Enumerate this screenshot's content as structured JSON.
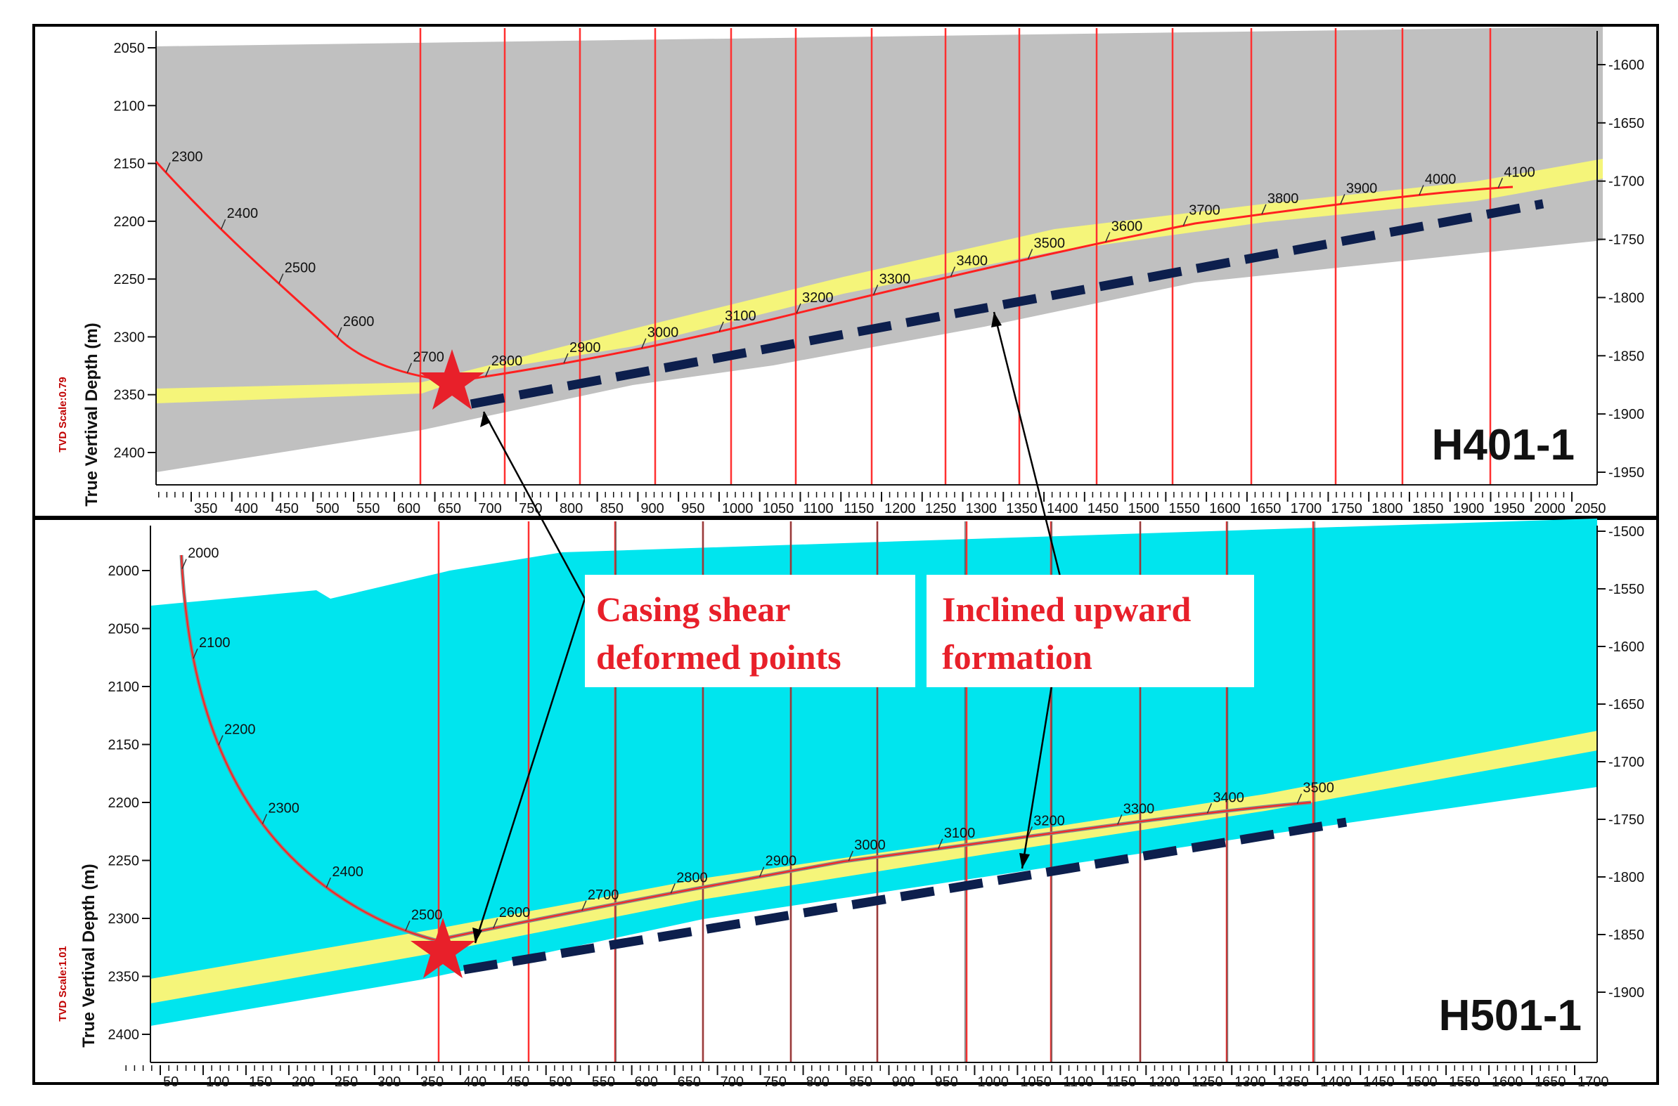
{
  "top_panel": {
    "well_label": "H401-1",
    "tvd_scale_label": "TVD Scale:0.79",
    "y_axis_label": "True Vertival Depth (m)",
    "left_ticks": [
      "2050",
      "2100",
      "2150",
      "2200",
      "2250",
      "2300",
      "2350",
      "2400"
    ],
    "right_ticks": [
      "-1600",
      "-1650",
      "-1700",
      "-1750",
      "-1800",
      "-1850",
      "-1900",
      "-1950"
    ],
    "x_ticks": [
      "350",
      "400",
      "450",
      "500",
      "550",
      "600",
      "650",
      "700",
      "750",
      "800",
      "850",
      "900",
      "950",
      "1000",
      "1050",
      "1100",
      "1150",
      "1200",
      "1250",
      "1300",
      "1350",
      "1400",
      "1450",
      "1500",
      "1550",
      "1600",
      "1650",
      "1700",
      "1750",
      "1800",
      "1850",
      "1900",
      "1950",
      "2000",
      "2050"
    ],
    "md_labels": [
      "2300",
      "2400",
      "2500",
      "2600",
      "2700",
      "2800",
      "2900",
      "3000",
      "3100",
      "3200",
      "3300",
      "3400",
      "3500",
      "3600",
      "3700",
      "3800",
      "3900",
      "4000",
      "4100"
    ]
  },
  "bottom_panel": {
    "well_label": "H501-1",
    "tvd_scale_label": "TVD Scale:1.01",
    "y_axis_label": "True Vertival Depth (m)",
    "left_ticks": [
      "2000",
      "2050",
      "2100",
      "2150",
      "2200",
      "2250",
      "2300",
      "2350",
      "2400"
    ],
    "right_ticks": [
      "-1500",
      "-1550",
      "-1600",
      "-1650",
      "-1700",
      "-1750",
      "-1800",
      "-1850",
      "-1900"
    ],
    "x_ticks": [
      "50",
      "100",
      "150",
      "200",
      "250",
      "300",
      "350",
      "400",
      "450",
      "500",
      "550",
      "600",
      "650",
      "700",
      "750",
      "800",
      "850",
      "900",
      "950",
      "1000",
      "1050",
      "1100",
      "1150",
      "1200",
      "1250",
      "1300",
      "1350",
      "1400",
      "1450",
      "1500",
      "1550",
      "1600",
      "1650",
      "1700"
    ],
    "md_labels": [
      "2000",
      "2100",
      "2200",
      "2300",
      "2400",
      "2500",
      "2600",
      "2700",
      "2800",
      "2900",
      "3000",
      "3100",
      "3200",
      "3300",
      "3400",
      "3500"
    ]
  },
  "callouts": {
    "casing": {
      "line1": "Casing shear",
      "line2": "deformed points"
    },
    "formation": {
      "line1": "Inclined upward",
      "line2": "formation"
    }
  },
  "colors": {
    "gray_formation": "#c0c0c0",
    "cyan_formation": "#00e5ee",
    "yellow_reservoir": "#f5f57a",
    "well_trajectory": "#ff2020",
    "section_lines": "#ff3030",
    "dashed_line": "#0d1f4d",
    "star": "#e8202a",
    "callout_text": "#e8202a"
  }
}
